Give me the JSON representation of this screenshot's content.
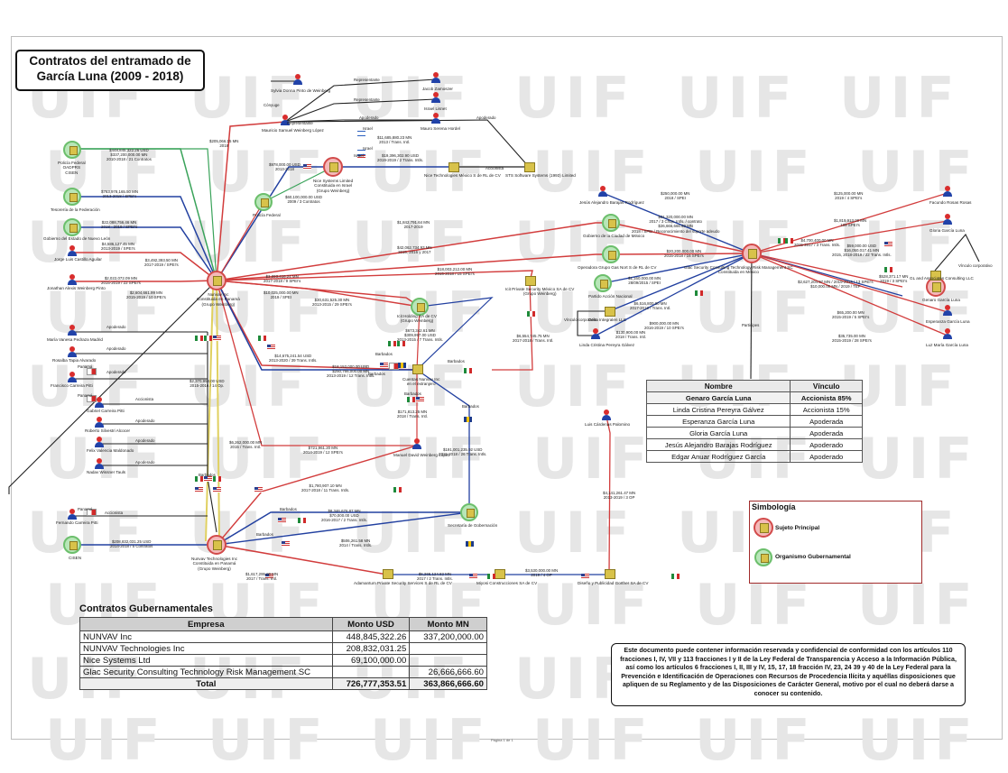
{
  "title": "Contratos del entramado de García Luna (2009 - 2018)",
  "watermark": "UIF",
  "colors": {
    "red_edge": "#d23c3c",
    "blue_edge": "#2240a0",
    "black_edge": "#222222",
    "green_edge": "#3aa35a",
    "yellow_edge": "#e0d060"
  },
  "nodes": {
    "nunvav": "Nunvav Inc\nConstituida en Panamá\n(Grupo Weinberg)",
    "nunvav_tech": "Nunvav Technologies Inc\nConstituida en Panamá\n(Grupo Weinberg)",
    "nice": "Nice Systems Limited\nConstituida en Israel\n(Grupo Weinberg)",
    "glac": "Glac Security Consulting Technology Risk Management SC\nConstituida en México",
    "garcia_luna": "Genaro García Luna",
    "policia_federal_cisen": "Policía Federal\nOADPRS\nCISEN",
    "tesoreria": "Tesorería de la Federación",
    "nuevo_leon": "Gobierno del Estado de Nuevo León",
    "jorge_castillo": "Jorge Luis Castillo Aguilar",
    "jonathan": "Jonathan Alexis Weinberg Pinto",
    "maria_vanesa": "María Vanesa Pedraza Madrid",
    "rosalba": "Rosalba Tapia Alvarado",
    "francisco_pitti": "Francisco Carreira Pitti",
    "gabriel_pitti": "Gabriel Carreira Pitti",
    "roberto": "Roberto Silvestri Alcocer",
    "felix": "Felix Valencia Maldonado",
    "nadav": "Nadav Wissner Tauls",
    "fernando_pitti": "Fernando Carreira Pitti",
    "cisen": "CISEN",
    "policia_federal": "Policía Federal",
    "silvia": "Sylvia Donna Pinto de Weinberg",
    "mauricio": "Mauricio Samuel Weinberg López",
    "jacob": "Jacob Zamoszer",
    "israel": "Israel Lisnet",
    "mauro": "Mauro Serena Hordel",
    "nice_mexico": "Nice Technologies México S de RL de CV",
    "sts": "STS Software Systems (1993) Limited",
    "jesus_barajas": "Jesús Alejandro Barajas Rodríguez",
    "gobierno_cdmx": "Gobierno de la Ciudad de México",
    "gas_nort": "Operadora Grupo Gas Nort S de RL de CV",
    "partido": "Partido Acción Nacional",
    "delta": "Delta Integralen LLC",
    "linda": "Linda Cristina Pereyra Gálvez",
    "ici_holding": "Icit Holding SA de CV\n(Grupo Weinberg)",
    "ici_private": "Icit Private Security México SA de CV\n(Grupo Weinberg)",
    "cuentas": "Cuentas Nunvav Inc\nen el extranjero",
    "manuel": "Manuel David Weinberg López",
    "segob": "Secretaría de Gobernación",
    "lizet": "Luis Cárdenas Palomino",
    "adamantum": "Adamantum Private Security Services S de RL de CV",
    "miyosi": "Miyosi Construcciones SA de CV",
    "diseno": "Diseño y Publicidad Gorther SA de CV",
    "fecundo": "Facundo Rosas Rosas",
    "gloria": "Gloria García Luna",
    "gl_assoc": "GL and Associates Consulting LLC",
    "esperanza": "Esperanza García Luna",
    "luz_maria": "Luz María García Luna",
    "cristina": "Genaro García Luna"
  },
  "edge_labels": {
    "e1": "$448,845,322.26 USD\n$337,200,000.00 MN\n2010-2018 / 21 Contratos",
    "e2": "$763,978,165.50 MN\n2013-2018 / SPEI's",
    "e3": "$22,088,756.46 MN\n2018 - 2019 / SPEI's",
    "e4": "$4,586,127.45 MN\n2013-2019 / SPEI's",
    "e5": "$3,492,393.50 MN\n2017-2019 / SPEI's",
    "e6": "$2,022,072.09 MN\n2015-2019 / 22 SPEI's",
    "e7": "$2,604,661.99 MN\n2015-2019 / 10 SPEI's",
    "e8": "$205,066.15 MN\n2018",
    "e9": "$978,000.00 USD\n2013-2018",
    "e10": "$60,100,000.00 USD\n2009 / 3 Contratos",
    "e11": "$11,685,880.23 MN\n2013 / Trans. Intl.",
    "e12": "$19,396,302.90 USD\n2019-2019 / 2 Trans. Intls.",
    "e13": "$1,842,791.64 MN\n2017-2019",
    "e14": "$42,062,734.93 MN\n2015, 2016 y 2017",
    "e15": "$3,093,416.24 MN\n2017-2018 / 9 SPEI's",
    "e16": "$18,003,212.00 MN\n2015-2018 / 15 SPEI's",
    "e17": "$10,025,000.00 MN\n2019 / SPEI",
    "e18": "$30,631,525.30 MN\n2013-2015 / 29 SPEI's",
    "e19": "$14,675,241.54 USD\n2013-2020 / 39 Trans. Intls.",
    "e20": "$18,153,000.00 USD\n$250,766,000.00 MN\n2013-2019 / 12 Trans. Intls.",
    "e21": "$673,342.61 MN\n$309,997.00 USD\n2013-2015 / 7 Trans. Intls.",
    "e22": "$171,813.25 MN\n2018 / Trans. Intl.",
    "e23": "$721,961.20 MN\n2014-2019 / 12 SPEI's",
    "e24": "$191,001,235.92 USD\n2015-2018 / 26 Trans. Intls.",
    "e25": "$2,370,958.00 USD\n2015-2016 / 14 Op.",
    "e26": "$6,262,000.00 MN\n2015 / Trans. Intl.",
    "e27": "$6,554,745.75 MN\n2017-2018 / Trans. Intl.",
    "e28": "$1,780,907.10 MN\n2017-2018 / 11 Trans. Intls.",
    "e29": "$8,346,676.87 MN\n$70,000.00 USD\n2016-2017 / 2 Trans. Intls.",
    "e30": "$208,832,031.25 USD\n2014-2018 / 5 Contratos",
    "e31": "$506,261.58 MN\n2014 / Trans. Intls.",
    "e32": "$1,617,295.00 MN\n2017 / Trans. Intl.",
    "e33": "$6,265,124.82 MN\n2017 / 2 Trans. Intls.",
    "e34": "$3,530,000.00 MN\n2019 / 4 OP",
    "e35": "$4,141,261.47 MN\n2013-2019 / 3 OP",
    "e36": "$250,000.00 MN\n2018 / SPEI",
    "e37": "$31,320,000.00 MN\n2017 / 3 Chqs. Intls. / contrato\n$26,666,666.60 MN\n2018 / SPEI / Reconocimiento del soporte adeudo",
    "e38": "$20,200,000.00 MN\n2015-2018 / 16 SPEI's",
    "e39": "$1,160,000.00 MN\n28/09/2015 / SPEI",
    "e40": "$6,516,800.00 MN\n2017-2018 / Trans. Intl.",
    "e41": "$900,000.00 MN\n2016-2019 / 10 SPEI's",
    "e42": "$130,900.00 MN\n2018 / Trans. Intl.",
    "e43": "$125,000.00 MN\n2019 / 4 SPEI's",
    "e44": "$1,819,913.00 MN\n109 SPEI's",
    "e45": "$4,700,400.00 MN\n2015-2017 / 3 Trans. Intls.",
    "e46": "$59,000.00 USD\n$16,050,017.41 MN\n2015, 2018-2019 / 22 Trans. Intls.",
    "e47": "$2,627,204.97 MN / 2019-2019 / 13 SPEI's\n$10,000.00 MN / 2019 / TEF",
    "e48": "$528,371.17 MN\n2019 / 3 SPEI's",
    "e49": "$65,200.00 MN\n2015-2019 / 5 SPEI's",
    "e50": "$35,735.00 MN\n2015-2019 / 28 SPEI's"
  },
  "relation_labels": {
    "apoderado": "Apoderado",
    "accionista": "Accionista",
    "representante": "Representante",
    "conyuge": "Cónyuge",
    "socio_vinculo": "Vínculo corporativo",
    "participes": "Participes",
    "panama": "Panamá",
    "israel": "Israel",
    "barbados": "Barbados"
  },
  "vinculos": {
    "headers": [
      "Nombre",
      "Vínculo"
    ],
    "rows": [
      [
        "Genaro García Luna",
        "Accionista 85%"
      ],
      [
        "Linda Cristina Pereyra Gálvez",
        "Accionista 15%"
      ],
      [
        "Esperanza García Luna",
        "Apoderada"
      ],
      [
        "Gloria García Luna",
        "Apoderada"
      ],
      [
        "Jesús Alejandro Barajas Rodríguez",
        "Apoderado"
      ],
      [
        "Edgar Anuar Rodríguez García",
        "Apoderado"
      ]
    ]
  },
  "contratos": {
    "title": "Contratos Gubernamentales",
    "headers": [
      "Empresa",
      "Monto USD",
      "Monto MN"
    ],
    "rows": [
      [
        "NUNVAV Inc",
        "448,845,322.26",
        "337,200,000.00"
      ],
      [
        "NUNVAV Technologies Inc",
        "208,832,031.25",
        ""
      ],
      [
        "Nice Systems Ltd",
        "69,100,000.00",
        ""
      ],
      [
        "Glac Security Consulting Technology Risk Management SC",
        "",
        "26,666,666.60"
      ]
    ],
    "total": [
      "Total",
      "726,777,353.51",
      "363,866,666.60"
    ]
  },
  "simbologia": {
    "title": "Simbología",
    "sujeto": "Sujeto Principal",
    "organismo": "Organismo Gubernamental"
  },
  "legal_note": "Este documento puede contener información reservada y confidencial de conformidad con los artículos 110 fracciones I, IV, VII y 113 fracciones I y II de la Ley Federal de Transparencia y Acceso a la Información Pública, así como los artículos 6 fracciones I, II, III y IV, 15, 17, 18 fracción IV, 23, 24 39 y 40 de la Ley Federal para la Prevención e Identificación de Operaciones con Recursos de Procedencia Ilícita y aquéllas disposiciones que apliquen de su Reglamento y de las Disposiciones de Carácter General, motivo por el cual no deberá darse a conocer su contenido.",
  "footer": "Página 1 de 1"
}
